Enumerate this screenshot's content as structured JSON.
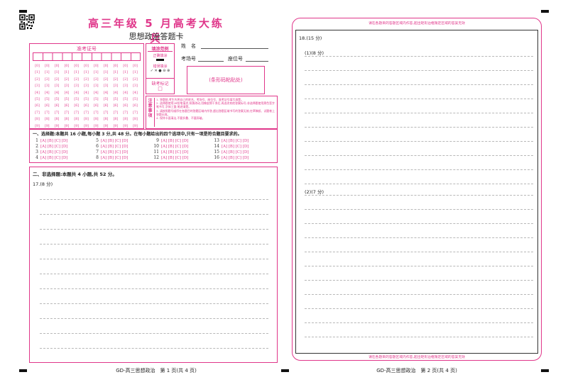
{
  "header": {
    "title": "高三年级 5 月高考大练兵",
    "subtitle": "思想政治答题卡"
  },
  "admission": {
    "label": "准考证号",
    "digits": [
      "[0]",
      "[1]",
      "[2]",
      "[3]",
      "[4]",
      "[5]",
      "[6]",
      "[7]",
      "[8]",
      "[9]"
    ],
    "columns": 11
  },
  "fill_example": {
    "title": "填涂范例",
    "correct": "正确填涂",
    "wrong": "错误填涂",
    "wrong_marks": "✓ ✕ ● ⊖ ⊕",
    "absent_label": "缺考标记",
    "absent_box": "□"
  },
  "info": {
    "name_label": "姓　名",
    "room_label": "考场号",
    "seat_label": "座位号",
    "barcode_label": "(条形码粘贴处)"
  },
  "notes": {
    "heading": "注意事项",
    "items": [
      "1. 答题前,考生先将自己的姓名、考场号、座位号、准考证号填写清楚。",
      "2. 选择题使用2B铅笔填涂,如需改动,用橡皮擦干净后,再选涂其他答案标号;非选择题使用黑色签字笔书写,字体工整,笔迹清楚。",
      "3. 请按照题号顺序在各题目的答题区域内作答,超出答题区域书写的答案无效;在草稿纸、试题卷上答题无效。",
      "4. 保持卡面清洁,不要折叠、不要弄破。"
    ]
  },
  "section1": {
    "heading": "一、选择题:本题共 16 小题,每小题 3 分,共 48 分。在每小题给出的四个选项中,只有一项是符合题目要求的。",
    "options": "[A] [B] [C] [D]",
    "questions": [
      [
        "1",
        "5",
        "9",
        "13"
      ],
      [
        "2",
        "6",
        "10",
        "14"
      ],
      [
        "3",
        "7",
        "11",
        "15"
      ],
      [
        "4",
        "8",
        "12",
        "16"
      ]
    ]
  },
  "section2": {
    "heading": "二、非选择题:本题共 4 小题,共 52 分。",
    "q17": "17.(8 分)"
  },
  "right_page": {
    "warning": "请在各题目的答题区域内作答,超出矩形边框限定区域的答案无效",
    "q18": "18.(15 分)",
    "sub1": "(1)(8 分)",
    "sub2": "(2)(7 分)"
  },
  "footer": {
    "left": "GD-高三思想政治　第 1 页(共 4 页)",
    "right": "GD-高三思想政治　第 2 页(共 4 页)"
  }
}
